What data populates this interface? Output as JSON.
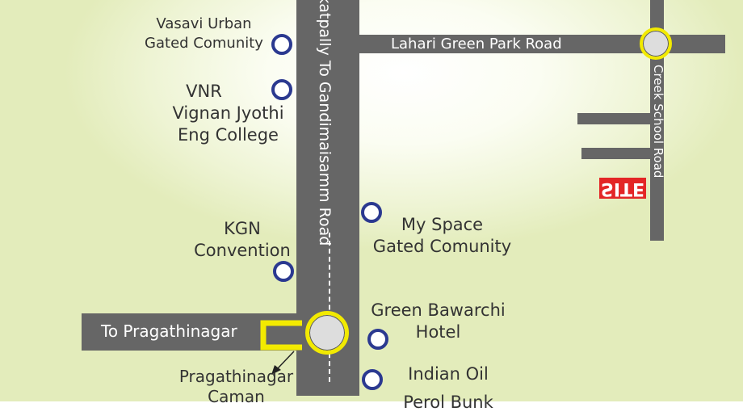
{
  "roads": {
    "main": "Kukatpally To Gandimaisamm Road",
    "lahari": "Lahari Green Park Road",
    "creek": "Creek School Road",
    "pragathinagar": "To Pragathinagar"
  },
  "places": {
    "vasavi": [
      "Vasavi Urban",
      "Gated Comunity"
    ],
    "vnr": [
      "VNR",
      "Vignan Jyothi",
      "Eng College"
    ],
    "kgn": [
      "KGN",
      "Convention"
    ],
    "myspace": [
      "My Space",
      "Gated Comunity"
    ],
    "bawarchi": [
      "Green Bawarchi",
      "Hotel"
    ],
    "indianoil": [
      "Indian Oil",
      "Perol Bunk"
    ],
    "caman": [
      "Pragathinagar",
      "Caman"
    ]
  },
  "site_label": "SITE",
  "colors": {
    "road": "#666666",
    "junction_ring": "#f2ea00",
    "marker_ring": "#2b3990",
    "site": "#e32626",
    "background": "#eef4d4"
  },
  "icons": [
    "roundabout-icon",
    "location-marker-icon",
    "u-turn-icon",
    "arrow-icon"
  ]
}
